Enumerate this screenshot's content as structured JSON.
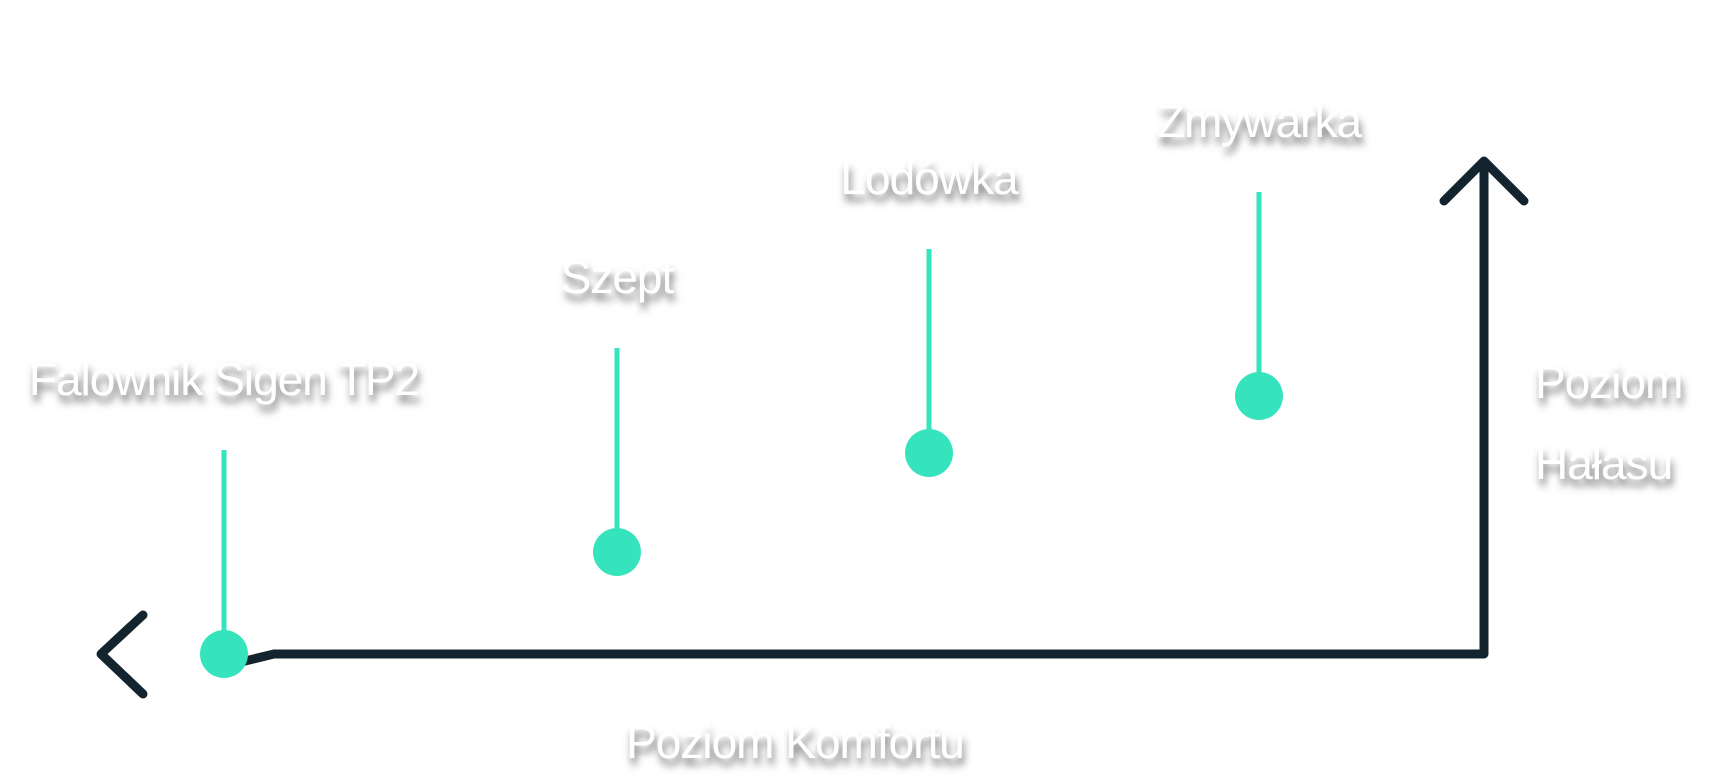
{
  "colors": {
    "background": "#ffffff",
    "axis": "#13242e",
    "accent": "#35e3bc",
    "label_text": "#ffffff",
    "label_shadow": "#5a5a5a"
  },
  "axes": {
    "x_label": "Poziom Komfortu",
    "y_label_lines": [
      "Poziom",
      "Hałasu"
    ],
    "x_arrow_direction": "left",
    "y_arrow_direction": "up"
  },
  "items": [
    {
      "label": "Falownik Sigen TP2",
      "noise_rank": 0
    },
    {
      "label": "Szept",
      "noise_rank": 1
    },
    {
      "label": "Lodówka",
      "noise_rank": 2
    },
    {
      "label": "Zmywarka",
      "noise_rank": 3
    }
  ]
}
